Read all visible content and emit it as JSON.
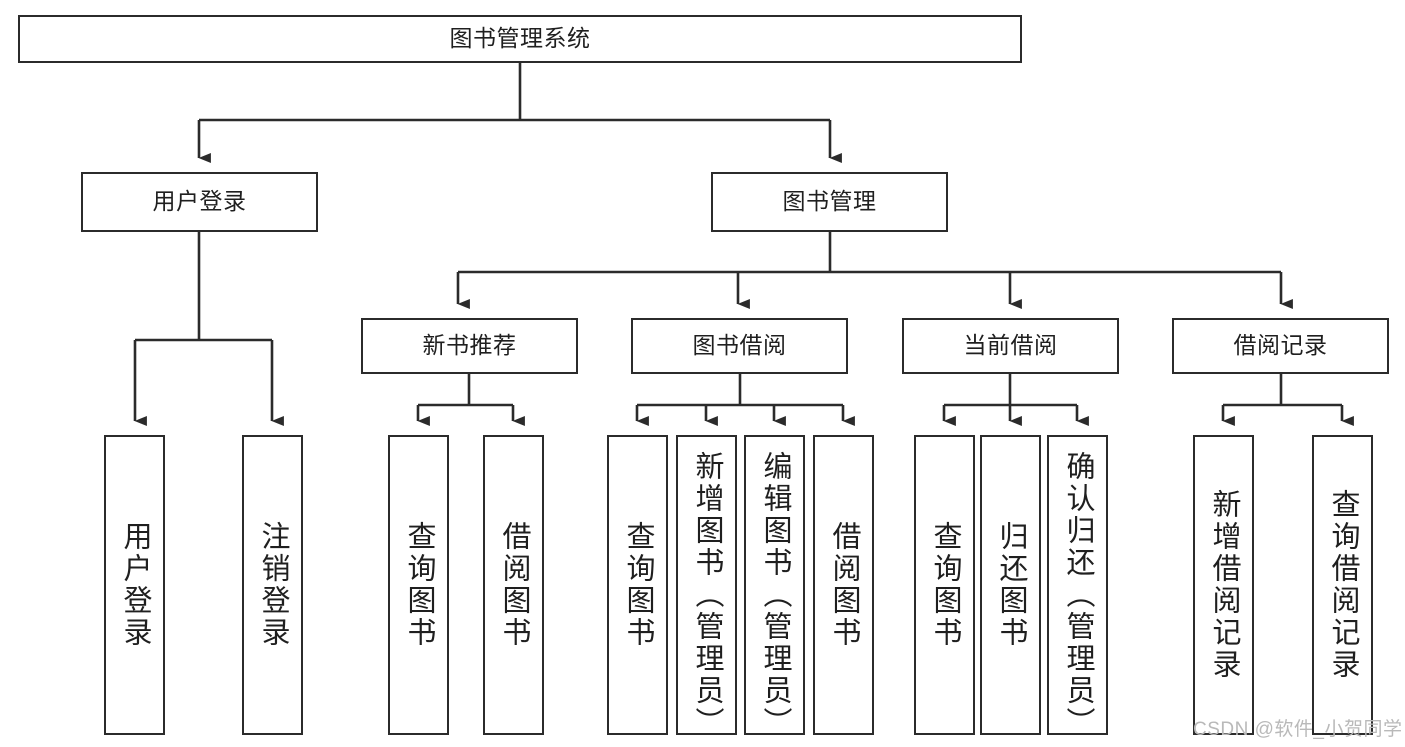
{
  "diagram": {
    "title": "图书管理系统",
    "type": "tree",
    "watermark": "CSDN @软件_小贺同学",
    "colors": {
      "node_border": "#2b2b2b",
      "node_fill": "#ffffff",
      "edge": "#2b2b2b",
      "text": "#1f1f1f",
      "watermark": "#b9b9b9",
      "background": "#ffffff"
    },
    "nodes": {
      "root": {
        "label": "图书管理系统"
      },
      "level2": [
        {
          "id": "user_login",
          "label": "用户登录"
        },
        {
          "id": "book_manage",
          "label": "图书管理"
        }
      ],
      "level3": [
        {
          "id": "new_book",
          "label": "新书推荐"
        },
        {
          "id": "book_borrow",
          "label": "图书借阅"
        },
        {
          "id": "current_borrow",
          "label": "当前借阅"
        },
        {
          "id": "borrow_record",
          "label": "借阅记录"
        }
      ],
      "leaves": [
        {
          "id": "leaf_user_login",
          "label": "用户登录",
          "parent": "user_login"
        },
        {
          "id": "leaf_user_logout",
          "label": "注销登录",
          "parent": "user_login"
        },
        {
          "id": "leaf_query_book_1",
          "label": "查询图书",
          "parent": "new_book"
        },
        {
          "id": "leaf_borrow_book_1",
          "label": "借阅图书",
          "parent": "new_book"
        },
        {
          "id": "leaf_query_book_2",
          "label": "查询图书",
          "parent": "book_borrow"
        },
        {
          "id": "leaf_add_book",
          "label": "新增图书（管理员）",
          "parent": "book_borrow"
        },
        {
          "id": "leaf_edit_book",
          "label": "编辑图书（管理员）",
          "parent": "book_borrow"
        },
        {
          "id": "leaf_borrow_book_2",
          "label": "借阅图书",
          "parent": "book_borrow"
        },
        {
          "id": "leaf_query_book_3",
          "label": "查询图书",
          "parent": "current_borrow"
        },
        {
          "id": "leaf_return_book",
          "label": "归还图书",
          "parent": "current_borrow"
        },
        {
          "id": "leaf_confirm_return",
          "label": "确认归还（管理员）",
          "parent": "current_borrow"
        },
        {
          "id": "leaf_add_record",
          "label": "新增借阅记录",
          "parent": "borrow_record"
        },
        {
          "id": "leaf_query_record",
          "label": "查询借阅记录",
          "parent": "borrow_record"
        }
      ]
    }
  }
}
